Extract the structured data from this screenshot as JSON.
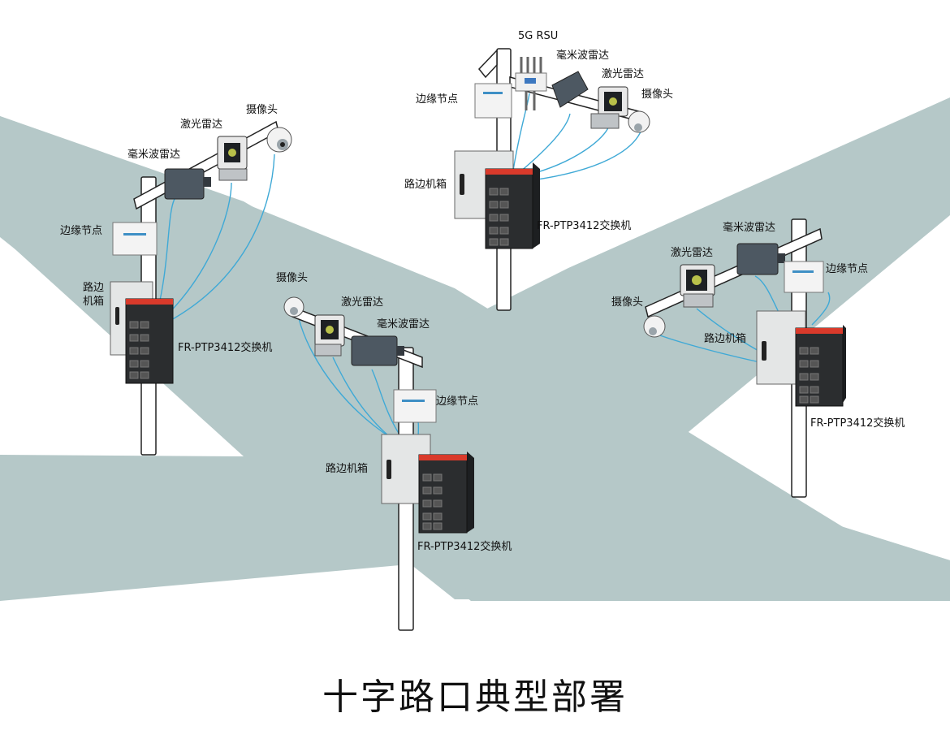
{
  "title": "十字路口典型部署",
  "colors": {
    "road": "#b5c8c8",
    "pole": "#ffffff",
    "pole_stroke": "#222222",
    "cable": "#3fa9d6",
    "cabinet": "#e2e4e4",
    "switch": "#2b2d2f",
    "accent": "#d93a2b"
  },
  "nodes": {
    "top_left": {
      "lidar": "激光雷达",
      "camera": "摄像头",
      "mmwave": "毫米波雷达",
      "edge_node": "边缘节点",
      "cabinet": "路边\n机箱",
      "switch": "FR-PTP3412交换机"
    },
    "top_center": {
      "rsu": "5G RSU",
      "mmwave": "毫米波雷达",
      "lidar": "激光雷达",
      "camera": "摄像头",
      "edge_node": "边缘节点",
      "cabinet": "路边机箱",
      "switch": "FR-PTP3412交换机"
    },
    "center": {
      "camera": "摄像头",
      "lidar": "激光雷达",
      "mmwave": "毫米波雷达",
      "edge_node": "边缘节点",
      "cabinet": "路边机箱",
      "switch": "FR-PTP3412交换机"
    },
    "right": {
      "mmwave": "毫米波雷达",
      "lidar": "激光雷达",
      "edge_node": "边缘节点",
      "camera": "摄像头",
      "cabinet": "路边机箱",
      "switch": "FR-PTP3412交换机"
    }
  }
}
